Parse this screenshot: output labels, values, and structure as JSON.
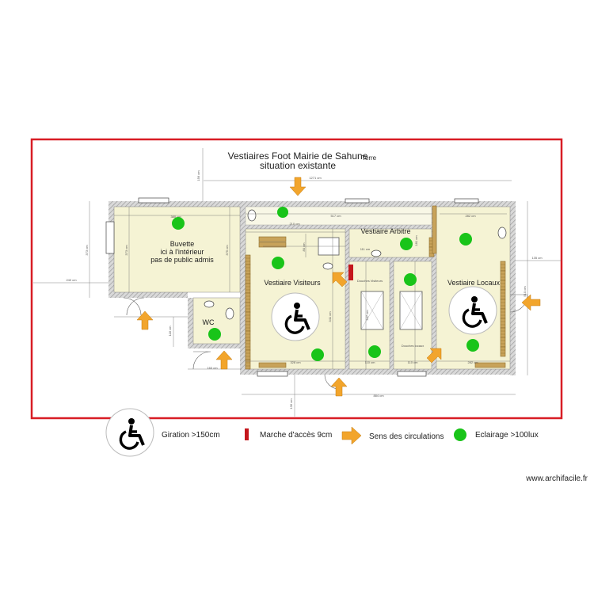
{
  "title": {
    "line1": "Vestiaires Foot Mairie de Sahune",
    "line2": "situation existante",
    "extra": "Terre"
  },
  "rooms": {
    "buvette": [
      "Buvette",
      "ici à l'intérieur",
      "pas de public admis"
    ],
    "wc": "WC",
    "visiteurs": "Vestiaire Visiteurs",
    "arbitre": "Vestiaire Arbitre",
    "locaux": "Vestiaire Locaux",
    "douches_visiteurs": "Douches Visiteurs",
    "douches_locaux": "Douches locaux"
  },
  "dimensions": {
    "top_offset": "156 cm",
    "total_width": "1271 cm",
    "buvette_width": "380 cm",
    "buvette_height": "373 cm",
    "left_offset": "240 cm",
    "left_height": "373 cm",
    "buvette_inner": "375 cm",
    "corridor_top": "517 cm",
    "locaux_width": "282 cm",
    "locaux_height": "510 cm",
    "right_offset": "135 cm",
    "visiteurs_width": "328 cm",
    "visiteurs_height": "341 cm",
    "douche_1": "110 cm",
    "douche_2": "110 cm",
    "locaux_bottom": "282 cm",
    "wc_width": "160 cm",
    "wc_door": "118 cm",
    "bottom_total": "884 cm",
    "bottom_offset": "136 cm",
    "arbitre_width": "210 cm",
    "arbitre_small": "160 cm",
    "sas": "80 cm",
    "cm_a": "181 cm",
    "cm_b": "111 cm",
    "cm_c": "347 cm"
  },
  "legend": {
    "giration": "Giration >150cm",
    "marche": "Marche d'accès 9cm",
    "sens": "Sens des circulations",
    "eclairage": "Eclairage >100lux"
  },
  "credit": "www.archifacile.fr",
  "colors": {
    "boundary": "#d81d25",
    "wall": "#9a9a9a",
    "room_fill": "#f5f3d4",
    "light": "#19c419",
    "arrow": "#f2a52c",
    "step": "#c4161c",
    "bench": "#c8a35a"
  }
}
